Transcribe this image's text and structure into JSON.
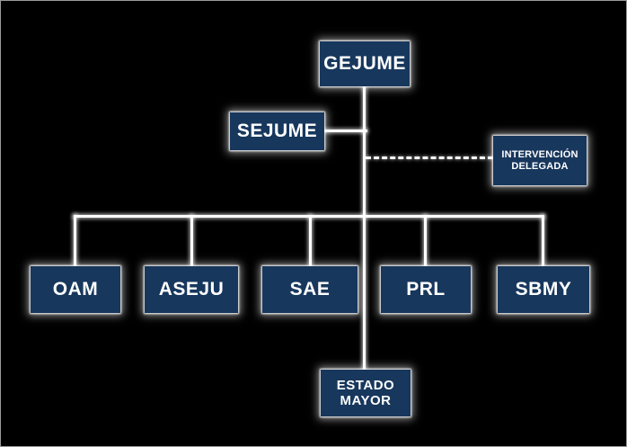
{
  "style": {
    "background": "#000000",
    "border_color": "#9a9a9a",
    "node_fill": "#17375d",
    "node_text_color": "#ffffff",
    "line_color": "#ffffff"
  },
  "nodes": {
    "gejume": {
      "label": "GEJUME"
    },
    "sejume": {
      "label": "SEJUME"
    },
    "intervencion_delegada": {
      "label": "INTERVENCIÓN DELEGADA"
    },
    "oam": {
      "label": "OAM"
    },
    "aseju": {
      "label": "ASEJU"
    },
    "sae": {
      "label": "SAE"
    },
    "prl": {
      "label": "PRL"
    },
    "sbmy": {
      "label": "SBMY"
    },
    "estado_mayor": {
      "label": "ESTADO MAYOR"
    }
  },
  "structure": {
    "root": "GEJUME",
    "staff_solid": [
      "SEJUME"
    ],
    "staff_dashed": [
      "INTERVENCIÓN DELEGADA"
    ],
    "subordinates": [
      "OAM",
      "ASEJU",
      "SAE",
      "PRL",
      "SBMY",
      "ESTADO MAYOR"
    ]
  }
}
